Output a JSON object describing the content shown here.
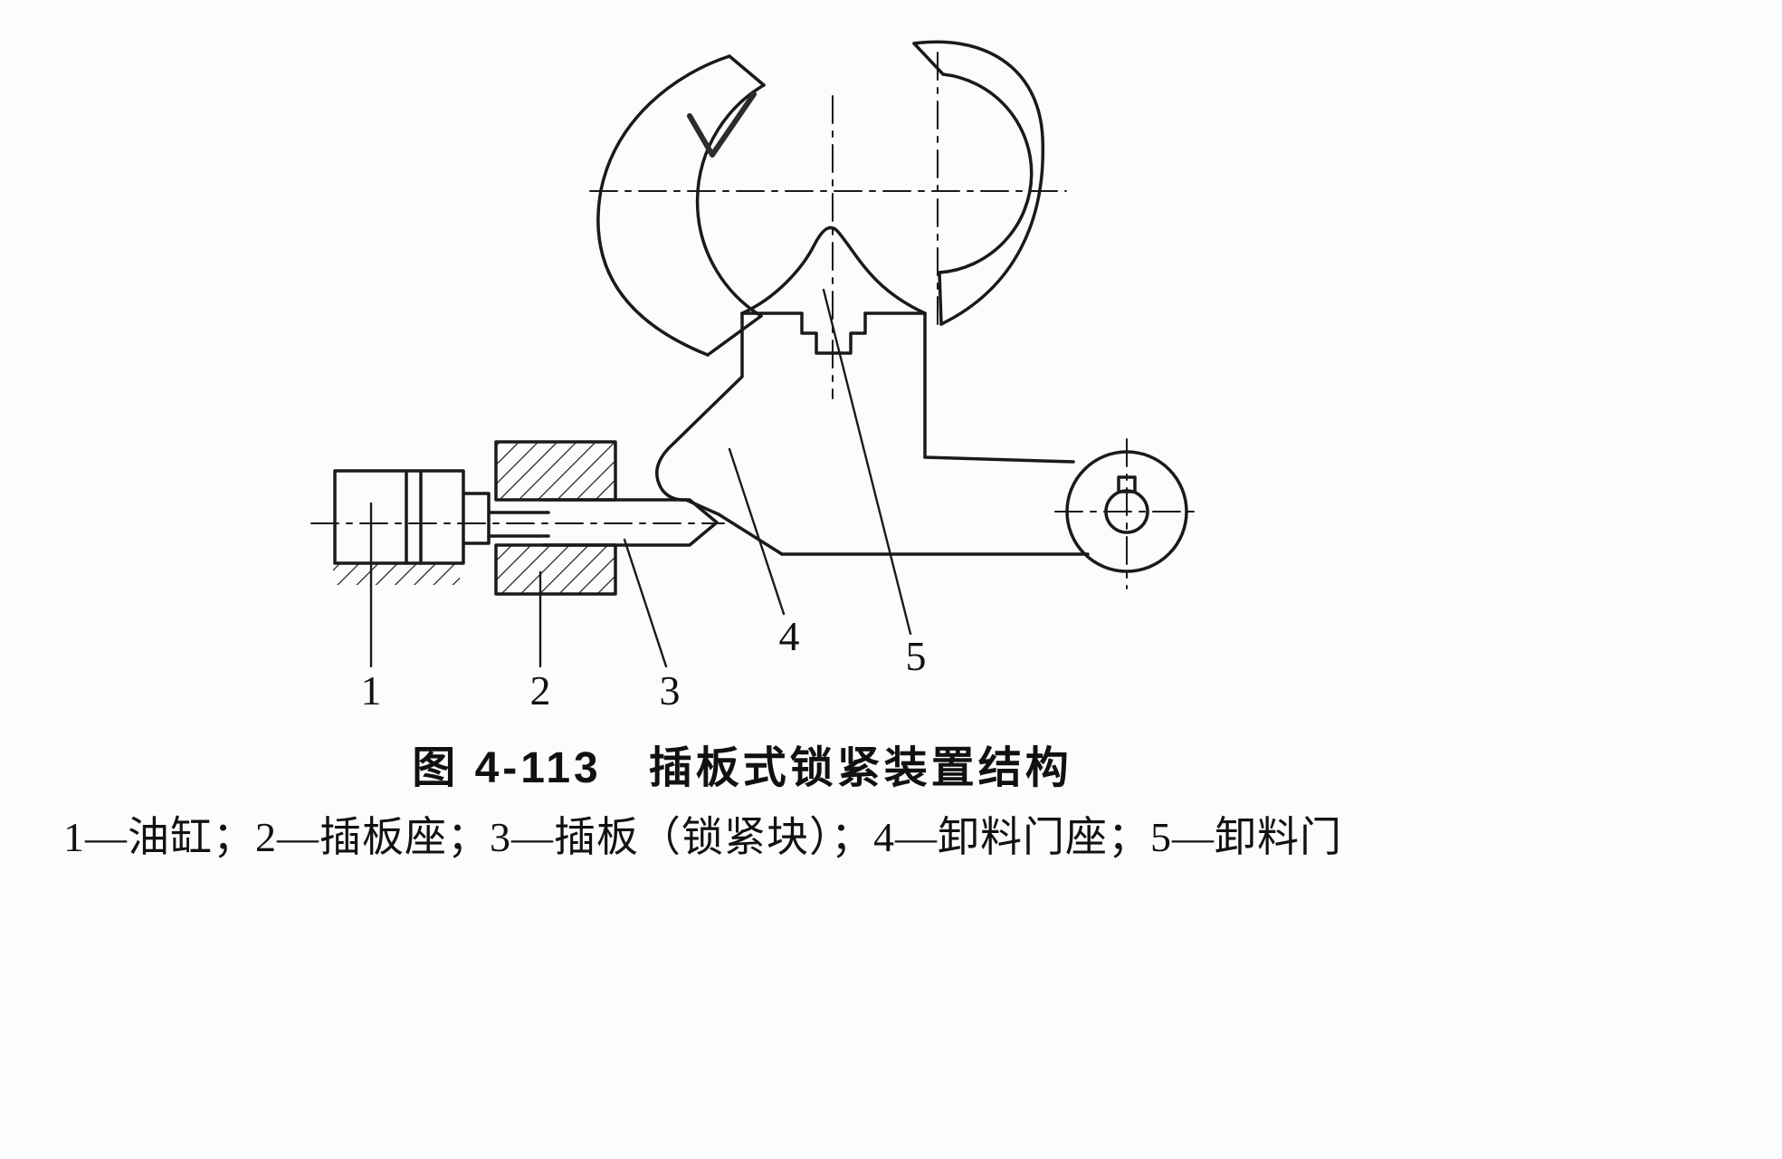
{
  "figure": {
    "caption": "图 4-113　插板式锁紧装置结构",
    "legend": "1—油缸；2—插板座；3—插板（锁紧块）；4—卸料门座；5—卸料门",
    "part_labels": [
      "1",
      "2",
      "3",
      "4",
      "5"
    ],
    "line_color": "#1a1a1a",
    "background_color": "#fcfcfc"
  }
}
